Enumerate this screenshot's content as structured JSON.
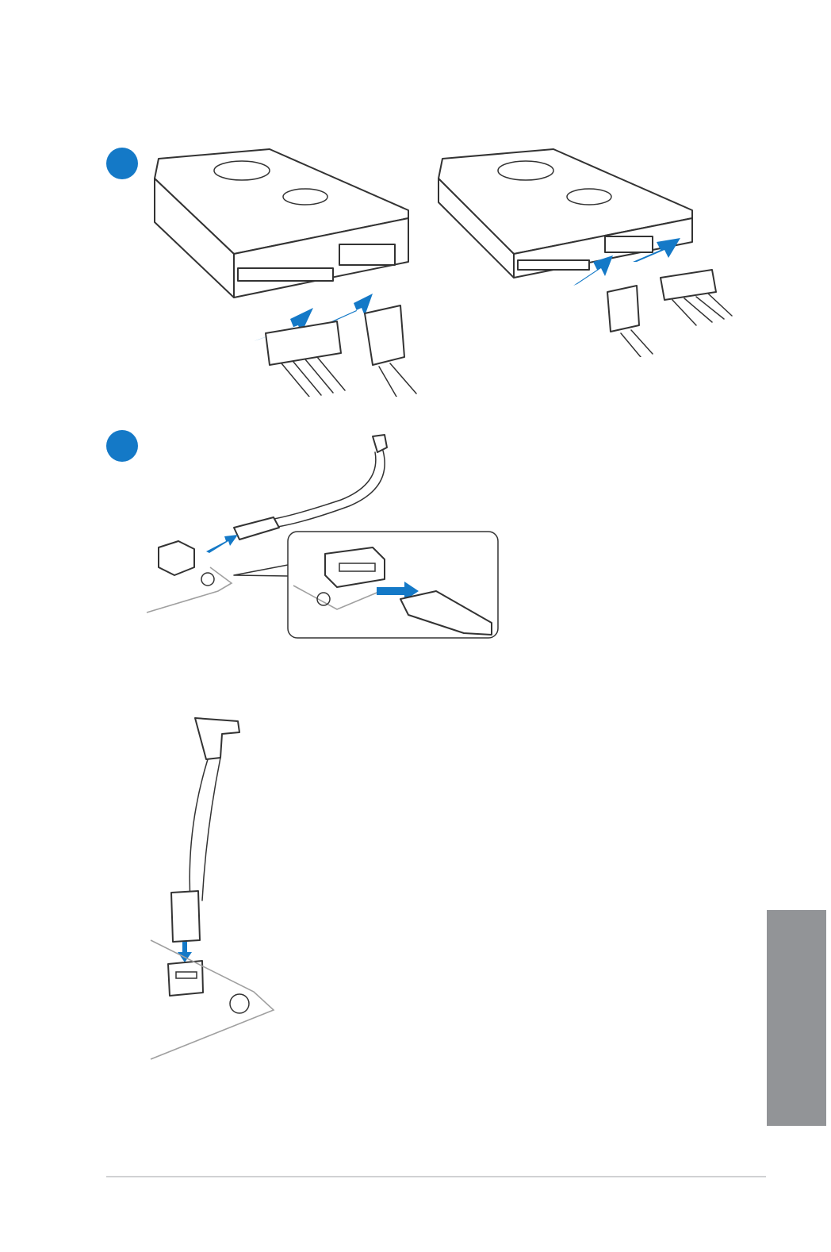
{
  "page": {
    "background": "#ffffff",
    "accent_color": "#1479c7",
    "side_tab_color": "#929497"
  },
  "steps": [
    {
      "marker": "step-marker-1",
      "figure": "hdd-sata-power-and-data-connection"
    },
    {
      "marker": "step-marker-2",
      "figure": "sata-cable-to-motherboard-connector"
    }
  ],
  "figures": {
    "hdd_left": {
      "icon": "hard-drive-icon"
    },
    "hdd_right": {
      "icon": "hard-drive-icon"
    },
    "motherboard_sata_straight": {
      "icon": "sata-port-icon"
    },
    "motherboard_sata_vertical": {
      "icon": "sata-port-icon"
    }
  }
}
